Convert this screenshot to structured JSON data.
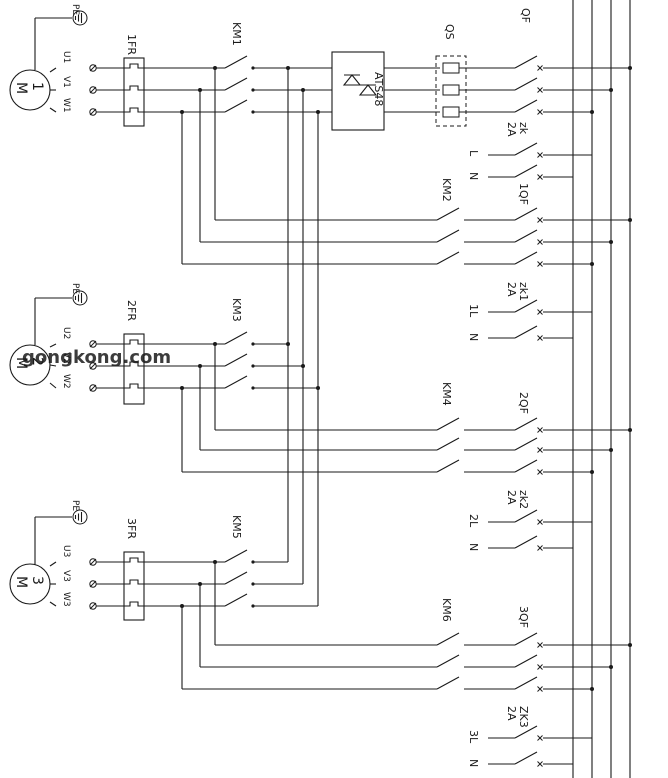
{
  "watermark": "gongkong.com",
  "labels": {
    "QS": "QS",
    "QF": "QF",
    "ATS": "ATS48",
    "KM1": "KM1",
    "KM2": "KM2",
    "KM3": "KM3",
    "KM4": "KM4",
    "KM5": "KM5",
    "KM6": "KM6",
    "FR1": "1FR",
    "FR2": "2FR",
    "FR3": "3FR",
    "QF1": "1QF",
    "QF2": "2QF",
    "QF3": "3QF",
    "zk": "zk",
    "zk1": "zk1",
    "zk2": "zk2",
    "zk3": "ZK3",
    "amp": "2A",
    "L": "L",
    "N": "N",
    "L1": "1L",
    "L2": "2L",
    "L3": "3L",
    "PE": "PE",
    "M": "M",
    "m1": "1",
    "m2": "2",
    "m3": "3",
    "U1": "U1",
    "V1": "V1",
    "W1": "W1",
    "U2": "U2",
    "V2": "V2",
    "W2": "W2",
    "U3": "U3",
    "V3": "V3",
    "W3": "W3"
  }
}
